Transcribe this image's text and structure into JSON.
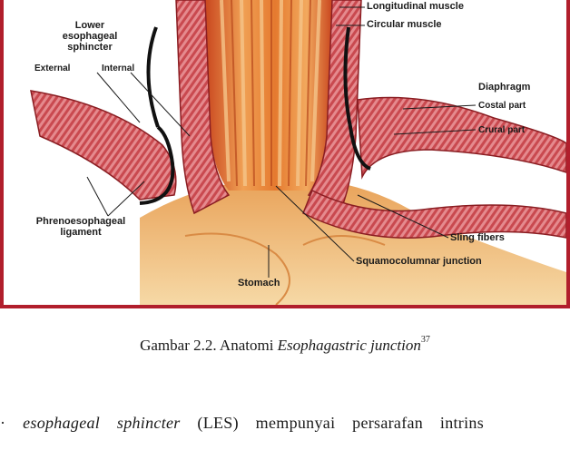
{
  "figure": {
    "labels": {
      "longitudinal_muscle": "Longitudinal muscle",
      "circular_muscle": "Circular muscle",
      "les_line1": "Lower",
      "les_line2": "esophageal",
      "les_line3": "sphincter",
      "external": "External",
      "internal": "Internal",
      "diaphragm": "Diaphragm",
      "costal_part": "Costal part",
      "crural_part": "Crural part",
      "phreno_line1": "Phrenoesophageal",
      "phreno_line2": "ligament",
      "sling_fibers": "Sling fibers",
      "squamocolumnar": "Squamocolumnar junction",
      "stomach": "Stomach"
    },
    "colors": {
      "frame": "#b11e2c",
      "muscle": "#d9616a",
      "lumen": "#e8873a",
      "stomach": "#f1c07a",
      "label_accent": "#c2102a"
    }
  },
  "caption": {
    "prefix": "Gambar 2.2. Anatomi ",
    "italic": "Esophagastric junction",
    "superscript": "37"
  },
  "body": {
    "bullet": "·",
    "italic": "esophageal sphincter",
    "rest": " (LES) mempunyai persarafan intrins"
  }
}
